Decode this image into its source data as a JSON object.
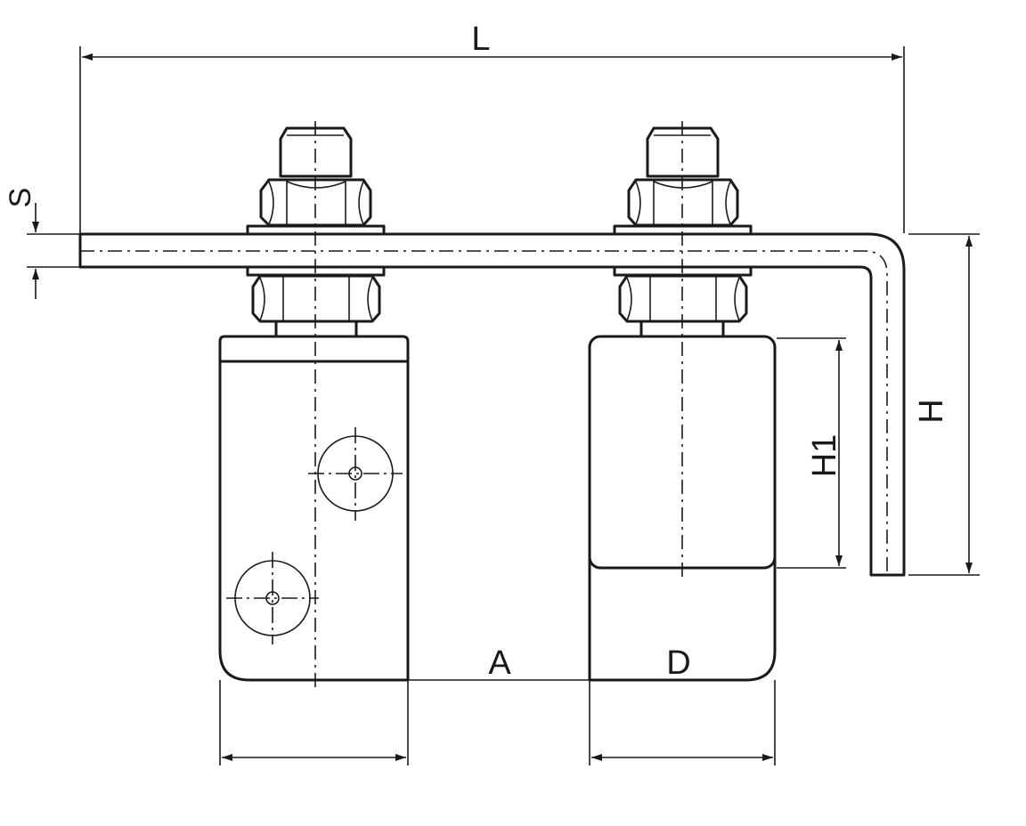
{
  "labels": {
    "length": "L",
    "thickness": "S",
    "height": "H",
    "wheel_height": "H1",
    "axle_distance": "A",
    "wheel_diameter": "D"
  }
}
